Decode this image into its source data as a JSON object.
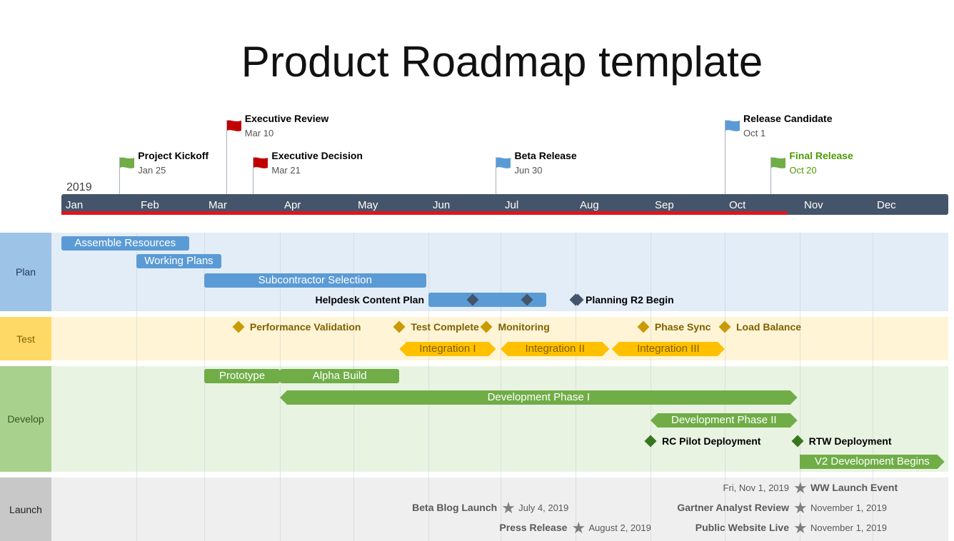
{
  "title": "Product Roadmap template",
  "colors": {
    "timeline": "#44546a",
    "progress": "#e0151f",
    "plan_bar": "#5b9bd5",
    "plan_bg": "#e3edf8",
    "plan_label_bg": "#9dc3e6",
    "plan_text": "#1f3864",
    "test_bar": "#ffc000",
    "test_bg": "#fff5d6",
    "test_label_bg": "#ffd966",
    "test_text": "#7f6000",
    "test_diamond": "#c99a06",
    "dev_bar": "#70ad47",
    "dev_bg": "#e9f3e2",
    "dev_label_bg": "#a9d18e",
    "dev_text": "#385723",
    "dev_diamond": "#38761d",
    "launch_bg": "#efefef",
    "launch_label_bg": "#c8c8c8",
    "flag_green": "#70ad47",
    "flag_red": "#c00000",
    "flag_blue": "#5b9bd5",
    "final_release_text": "#4e9a06",
    "helpdesk_diamond": "#44546a"
  },
  "chart_data": {
    "type": "gantt",
    "year": "2019",
    "months": [
      "Jan",
      "Feb",
      "Mar",
      "Apr",
      "May",
      "Jun",
      "Jul",
      "Aug",
      "Sep",
      "Oct",
      "Nov",
      "Dec"
    ],
    "progress_until": "Oct 27",
    "milestone_flags": [
      {
        "label": "Project Kickoff",
        "date": "Jan 25",
        "month": 1,
        "day": 25,
        "color": "green",
        "tier": "low"
      },
      {
        "label": "Executive Review",
        "date": "Mar 10",
        "month": 3,
        "day": 10,
        "color": "red",
        "tier": "high"
      },
      {
        "label": "Executive Decision",
        "date": "Mar 21",
        "month": 3,
        "day": 21,
        "color": "red",
        "tier": "low"
      },
      {
        "label": "Beta Release",
        "date": "Jun 30",
        "month": 6,
        "day": 30,
        "color": "blue",
        "tier": "low"
      },
      {
        "label": "Release Candidate",
        "date": "Oct 1",
        "month": 10,
        "day": 1,
        "color": "blue",
        "tier": "high"
      },
      {
        "label": "Final Release",
        "date": "Oct 20",
        "month": 10,
        "day": 20,
        "color": "green",
        "tier": "low",
        "highlight": true
      }
    ],
    "lanes": [
      {
        "name": "Plan",
        "tasks": [
          {
            "label": "Assemble Resources",
            "start": [
              1,
              1
            ],
            "end": [
              2,
              25
            ]
          },
          {
            "label": "Working Plans",
            "start": [
              2,
              1
            ],
            "end": [
              3,
              8
            ]
          },
          {
            "label": "Subcontractor Selection",
            "start": [
              3,
              1
            ],
            "end": [
              5,
              31
            ]
          },
          {
            "label": "Helpdesk Content Plan",
            "start": [
              6,
              1
            ],
            "end": [
              7,
              20
            ],
            "label_outside": true,
            "markers": [
              [
                6,
                20
              ],
              [
                7,
                12
              ],
              [
                8,
                2
              ]
            ]
          }
        ],
        "milestones": [
          {
            "label": "Planning R2 Begin",
            "date": [
              8,
              1
            ]
          }
        ]
      },
      {
        "name": "Test",
        "milestones": [
          {
            "label": "Performance Validation",
            "date": [
              3,
              15
            ]
          },
          {
            "label": "Test Complete",
            "date": [
              5,
              20
            ]
          },
          {
            "label": "Monitoring",
            "date": [
              6,
              26
            ]
          },
          {
            "label": "Phase Sync",
            "date": [
              8,
              29
            ]
          },
          {
            "label": "Load Balance",
            "date": [
              10,
              1
            ]
          }
        ],
        "tasks": [
          {
            "label": "Integration I",
            "start": [
              5,
              20
            ],
            "end": [
              6,
              30
            ]
          },
          {
            "label": "Integration II",
            "start": [
              7,
              1
            ],
            "end": [
              8,
              15
            ]
          },
          {
            "label": "Integration III",
            "start": [
              8,
              16
            ],
            "end": [
              10,
              1
            ]
          }
        ]
      },
      {
        "name": "Develop",
        "tasks": [
          {
            "label": "Prototype",
            "start": [
              3,
              1
            ],
            "end": [
              4,
              1
            ]
          },
          {
            "label": "Alpha Build",
            "start": [
              4,
              1
            ],
            "end": [
              5,
              20
            ]
          },
          {
            "label": "Development Phase I",
            "start": [
              4,
              1
            ],
            "end": [
              10,
              31
            ]
          },
          {
            "label": "Development Phase II",
            "start": [
              9,
              1
            ],
            "end": [
              10,
              31
            ]
          },
          {
            "label": "V2 Development Begins",
            "start": [
              11,
              1
            ],
            "end": [
              12,
              31
            ]
          }
        ],
        "milestones": [
          {
            "label": "RC Pilot Deployment",
            "date": [
              9,
              1
            ]
          },
          {
            "label": "RTW Deployment",
            "date": [
              10,
              31
            ]
          }
        ]
      },
      {
        "name": "Launch",
        "events": [
          {
            "label": "Beta Blog Launch",
            "date_text": "July 4, 2019",
            "date": [
              7,
              4
            ],
            "label_side": "left"
          },
          {
            "label": "Press Release",
            "date_text": "August 2, 2019",
            "date": [
              8,
              2
            ],
            "label_side": "left"
          },
          {
            "label": "WW Launch Event",
            "date_text": "Fri, Nov 1, 2019",
            "date": [
              11,
              1
            ],
            "label_side": "right"
          },
          {
            "label": "Gartner Analyst Review",
            "date_text": "November 1, 2019",
            "date": [
              11,
              1
            ],
            "label_side": "left"
          },
          {
            "label": "Public Website Live",
            "date_text": "November 1, 2019",
            "date": [
              11,
              1
            ],
            "label_side": "left"
          }
        ]
      }
    ]
  }
}
